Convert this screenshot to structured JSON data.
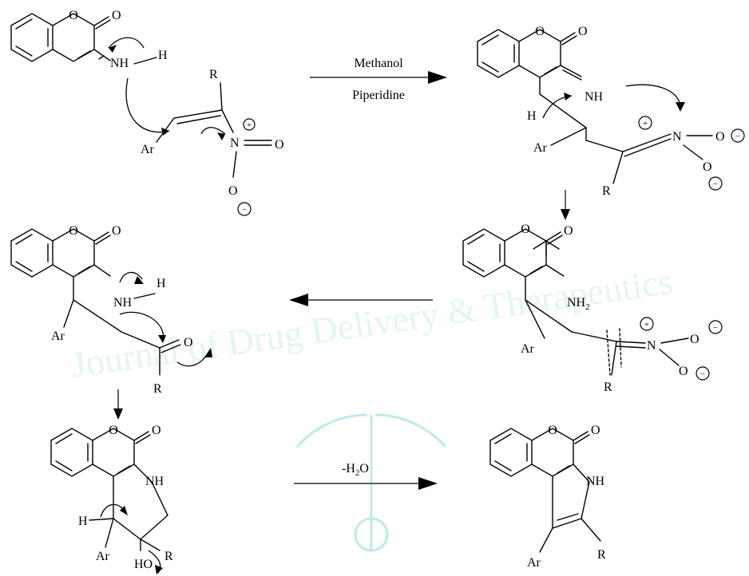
{
  "watermark": "Journal of Drug Delivery & Therapeutics",
  "conditions": {
    "solvent": "Methanol",
    "catalyst": "Piperidine",
    "dehydration": "-H",
    "dehydration_sub": "2",
    "dehydration_end": "O"
  },
  "atoms": {
    "o": "O",
    "nh": "NH",
    "h": "H",
    "nh2": "NH",
    "nh2_sub": "2",
    "n": "N",
    "r": "R",
    "ar": "Ar",
    "ho": "HO",
    "plus": "+",
    "minus": "−"
  }
}
